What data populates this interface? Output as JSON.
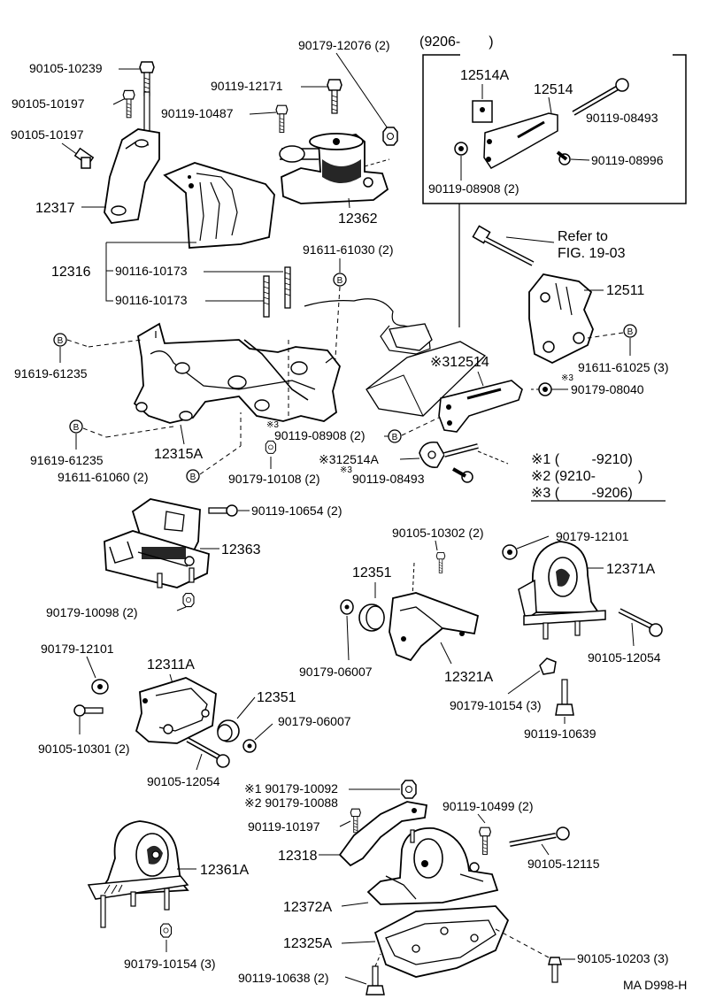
{
  "labels": {
    "p_90179_12076": "90179-12076 (2)",
    "date_range_inset": "(9206-　　)",
    "p_90105_10239": "90105-10239",
    "p_90119_12171": "90119-12171",
    "p_90105_10197a": "90105-10197",
    "p_90119_10487": "90119-10487",
    "p_90105_10197b": "90105-10197",
    "p_12514A": "12514A",
    "p_12514": "12514",
    "p_90119_08493a": "90119-08493",
    "p_90119_08996": "90119-08996",
    "p_90119_08908a": "90119-08908 (2)",
    "p_12317": "12317",
    "p_12362": "12362",
    "refer_to": "Refer to",
    "fig_ref": "FIG. 19-03",
    "p_91611_61030": "91611-61030 (2)",
    "p_12316": "12316",
    "p_90116_10173a": "90116-10173",
    "p_90116_10173b": "90116-10173",
    "p_12511": "12511",
    "p_91611_61025": "91611-61025 (3)",
    "p_91619_61235a": "91619-61235",
    "p_12514_star3": "※312514",
    "star3_a": "※3",
    "p_90179_08040": "90179-08040",
    "star3_b": "※3",
    "p_90119_08908b": "90119-08908 (2)",
    "p_91619_61235b": "91619-61235",
    "p_12315A": "12315A",
    "p_12514A_star3": "※312514A",
    "note1": "※1 (　　 -9210)",
    "note2": "※2 (9210-　　　)",
    "note3": "※3 (　　 -9206)",
    "p_91611_61060": "91611-61060 (2)",
    "p_90179_10108": "90179-10108 (2)",
    "star3_c": "※3",
    "p_90119_08493b": "90119-08493",
    "p_90119_10654": "90119-10654 (2)",
    "p_12363": "12363",
    "p_90105_10302": "90105-10302 (2)",
    "p_90179_12101a": "90179-12101",
    "p_12351a": "12351",
    "p_12371A": "12371A",
    "p_90179_10098": "90179-10098 (2)",
    "p_90179_06007a": "90179-06007",
    "p_12321A": "12321A",
    "p_90105_12054a": "90105-12054",
    "p_90179_12101b": "90179-12101",
    "p_12311A": "12311A",
    "p_12351b": "12351",
    "p_90179_10154a": "90179-10154 (3)",
    "p_90179_06007b": "90179-06007",
    "p_90119_10639": "90119-10639",
    "p_90105_10301": "90105-10301 (2)",
    "p_90105_12054b": "90105-12054",
    "p_90179_10092": "※1 90179-10092",
    "p_90179_10088": "※2 90179-10088",
    "p_90119_10197": "90119-10197",
    "p_90119_10499": "90119-10499 (2)",
    "p_12318": "12318",
    "p_90105_12115": "90105-12115",
    "p_12361A": "12361A",
    "p_12372A": "12372A",
    "p_12325A": "12325A",
    "p_90179_10154b": "90179-10154 (3)",
    "p_90105_10203": "90105-10203 (3)",
    "p_90119_10638": "90119-10638 (2)",
    "figure_code": "MA D998-H"
  },
  "callout_letter": "B"
}
